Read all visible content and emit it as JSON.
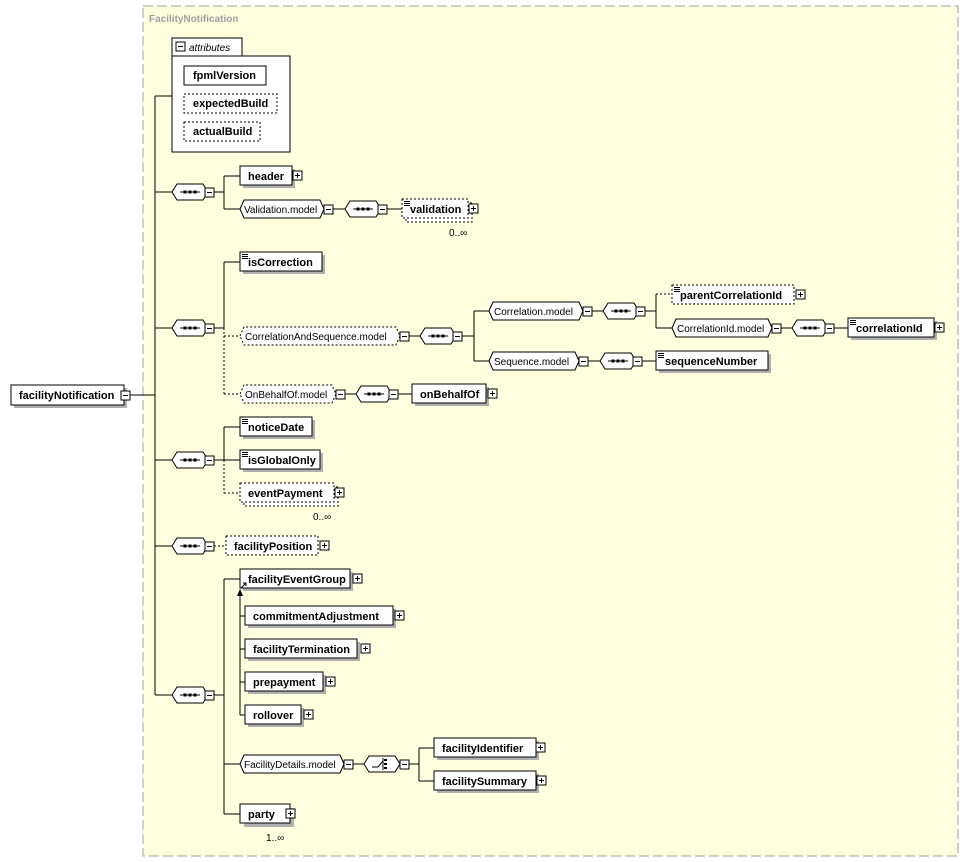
{
  "frame_title": "FacilityNotification",
  "root": "facilityNotification",
  "attributes": {
    "label": "attributes",
    "items": [
      "fpmlVersion",
      "expectedBuild",
      "actualBuild"
    ]
  },
  "seq1": {
    "header": "header",
    "validation_model": "Validation.model",
    "validation": "validation",
    "validation_card": "0..∞"
  },
  "seq2": {
    "is_correction": "isCorrection",
    "corr_seq_model": "CorrelationAndSequence.model",
    "correlation_model": "Correlation.model",
    "parent_correlation_id": "parentCorrelationId",
    "correlation_id_model": "CorrelationId.model",
    "correlation_id": "correlationId",
    "sequence_model": "Sequence.model",
    "sequence_number": "sequenceNumber",
    "on_behalf_of_model": "OnBehalfOf.model",
    "on_behalf_of": "onBehalfOf"
  },
  "seq3": {
    "notice_date": "noticeDate",
    "is_global_only": "isGlobalOnly",
    "event_payment": "eventPayment",
    "event_payment_card": "0..∞"
  },
  "seq4": {
    "facility_position": "facilityPosition"
  },
  "seq5": {
    "facility_event_group": "facilityEventGroup",
    "commitment_adjustment": "commitmentAdjustment",
    "facility_termination": "facilityTermination",
    "prepayment": "prepayment",
    "rollover": "rollover",
    "facility_details_model": "FacilityDetails.model",
    "facility_identifier": "facilityIdentifier",
    "facility_summary": "facilitySummary",
    "party": "party",
    "party_card": "1..∞"
  }
}
